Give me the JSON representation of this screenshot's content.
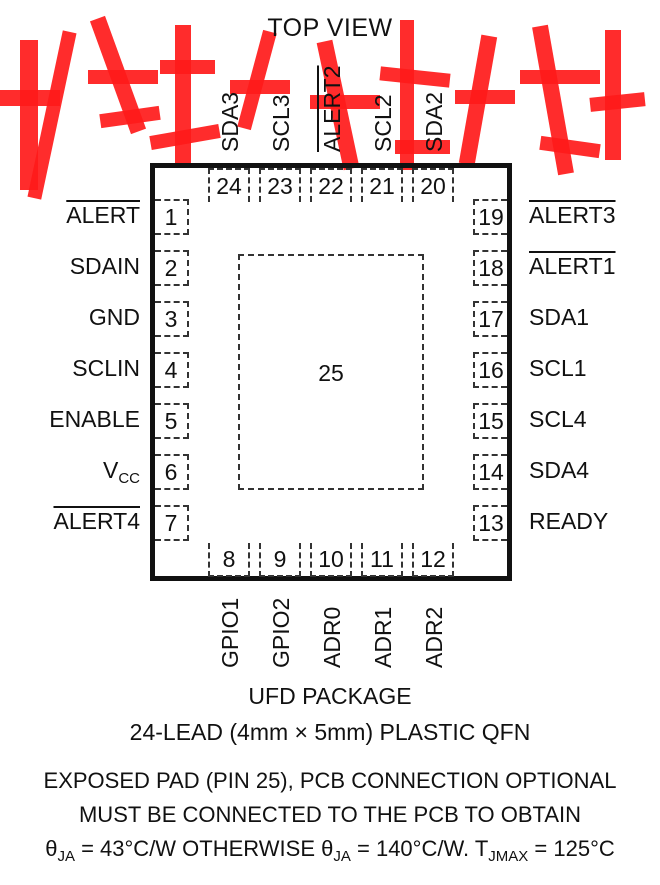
{
  "title": "TOP VIEW",
  "exposed_pad_number": "25",
  "left_pins": [
    {
      "num": "1",
      "name": "ALERT",
      "overline": true
    },
    {
      "num": "2",
      "name": "SDAIN",
      "overline": false
    },
    {
      "num": "3",
      "name": "GND",
      "overline": false
    },
    {
      "num": "4",
      "name": "SCLIN",
      "overline": false
    },
    {
      "num": "5",
      "name": "ENABLE",
      "overline": false
    },
    {
      "num": "6",
      "name": "V",
      "sub": "CC",
      "overline": false
    },
    {
      "num": "7",
      "name": "ALERT4",
      "overline": true
    }
  ],
  "right_pins": [
    {
      "num": "19",
      "name": "ALERT3",
      "overline": true
    },
    {
      "num": "18",
      "name": "ALERT1",
      "overline": true
    },
    {
      "num": "17",
      "name": "SDA1",
      "overline": false
    },
    {
      "num": "16",
      "name": "SCL1",
      "overline": false
    },
    {
      "num": "15",
      "name": "SCL4",
      "overline": false
    },
    {
      "num": "14",
      "name": "SDA4",
      "overline": false
    },
    {
      "num": "13",
      "name": "READY",
      "overline": false
    }
  ],
  "top_pins": [
    {
      "num": "24",
      "name": "SDA3",
      "overline": false
    },
    {
      "num": "23",
      "name": "SCL3",
      "overline": false
    },
    {
      "num": "22",
      "name": "ALERT2",
      "overline": true
    },
    {
      "num": "21",
      "name": "SCL2",
      "overline": false
    },
    {
      "num": "20",
      "name": "SDA2",
      "overline": false
    }
  ],
  "bottom_pins": [
    {
      "num": "8",
      "name": "GPIO1",
      "overline": false
    },
    {
      "num": "9",
      "name": "GPIO2",
      "overline": false
    },
    {
      "num": "10",
      "name": "ADR0",
      "overline": false
    },
    {
      "num": "11",
      "name": "ADR1",
      "overline": false
    },
    {
      "num": "12",
      "name": "ADR2",
      "overline": false
    }
  ],
  "caption": {
    "line1": "UFD PACKAGE",
    "line2": "24-LEAD (4mm × 5mm) PLASTIC QFN"
  },
  "notes": {
    "line1": "EXPOSED PAD (PIN 25), PCB CONNECTION OPTIONAL",
    "line2": "MUST BE CONNECTED TO THE PCB TO OBTAIN",
    "line3_part1": "θ",
    "line3_sub1": "JA",
    "line3_part2": " = 43°C/W OTHERWISE θ",
    "line3_sub2": "JA",
    "line3_part3": " = 140°C/W. T",
    "line3_sub3": "JMAX",
    "line3_part4": " = 125°C"
  },
  "colors": {
    "outline": "#111111",
    "watermark": "#ff1a1a"
  }
}
